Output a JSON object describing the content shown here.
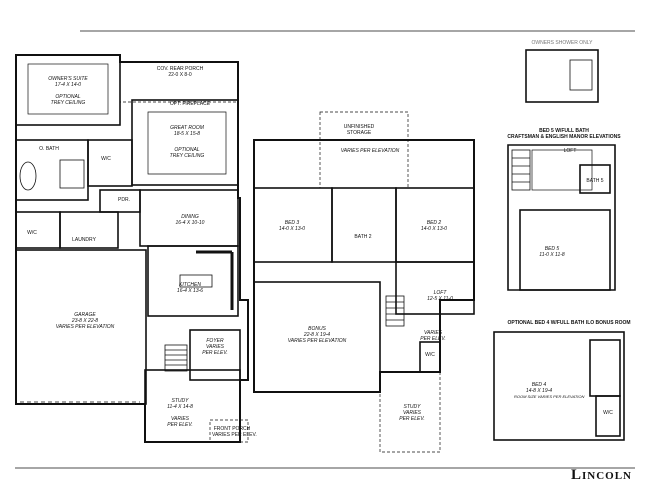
{
  "first_floor": {
    "owners_suite": {
      "name": "OWNER'S SUITE",
      "dim": "17-4 x 14-0",
      "note1": "OPTIONAL",
      "note2": "TREY CEILING"
    },
    "cov_rear_porch": {
      "name": "COV. REAR PORCH",
      "dim": "22-0 x 8-0"
    },
    "opt_fireplace": "OPT. FIREPLACE",
    "great_room": {
      "name": "GREAT ROOM",
      "dim": "18-5 x 15-8",
      "note1": "OPTIONAL",
      "note2": "TREY CEILING"
    },
    "o_bath": "O. BATH",
    "wic": "W/C",
    "pdr": "PDR.",
    "dining": {
      "name": "DINING",
      "dim": "16-4 x 10-10"
    },
    "wic2": "W/C",
    "laundry": "LAUNDRY",
    "kitchen": {
      "name": "KITCHEN",
      "dim": "16-4 x 13-6"
    },
    "garage": {
      "name": "GARAGE",
      "dim": "23-8 x 22-8",
      "note": "VARIES PER ELEVATION"
    },
    "foyer": {
      "name": "FOYER",
      "note1": "VARIES",
      "note2": "PER ELEV."
    },
    "study": {
      "name": "STUDY",
      "dim": "11-4 x 14-8",
      "note1": "VARIES",
      "note2": "PER ELEV."
    },
    "front_porch": {
      "name": "FRONT PORCH",
      "note": "VARIES PER ELEV."
    }
  },
  "second_floor": {
    "unfinished_storage": {
      "name1": "UNFINISHED",
      "name2": "STORAGE"
    },
    "varies": "VARIES PER ELEVATION",
    "bed3": {
      "name": "BED 3",
      "dim": "14-0 x 13-0"
    },
    "bed2": {
      "name": "BED 2",
      "dim": "14-0 x 13-0"
    },
    "bath2": "BATH 2",
    "loft": {
      "name": "LOFT",
      "dim": "12-5 x 11-0"
    },
    "bonus": {
      "name": "BONUS",
      "dim": "22-8 x 19-4",
      "note": "VARIES PER ELEVATION"
    },
    "varies2": {
      "note1": "VARIES",
      "note2": "PER ELEV."
    },
    "wic": "W/C",
    "study_open": {
      "name": "STUDY",
      "note1": "VARIES",
      "note2": "PER ELEV."
    }
  },
  "insets": {
    "owners_shower": {
      "title": "OWNERS SHOWER ONLY"
    },
    "bed5": {
      "title1": "BED 5 w/FULL BATH",
      "title2": "CRAFTSMAN & ENGLISH MANOR ELEVATIONS",
      "loft": "LOFT",
      "bath5": "BATH 5",
      "bed": "BED 5",
      "dim": "11-0 x 11-8"
    },
    "bed4": {
      "title": "OPTIONAL BED 4 w/FULL BATH ILO BONUS ROOM",
      "bed": "BED 4",
      "dim": "14-8 x 19-4",
      "note": "ROOM SIZE VARIES PER ELEVATION",
      "wic": "W/C"
    }
  },
  "brand": "Lincoln"
}
